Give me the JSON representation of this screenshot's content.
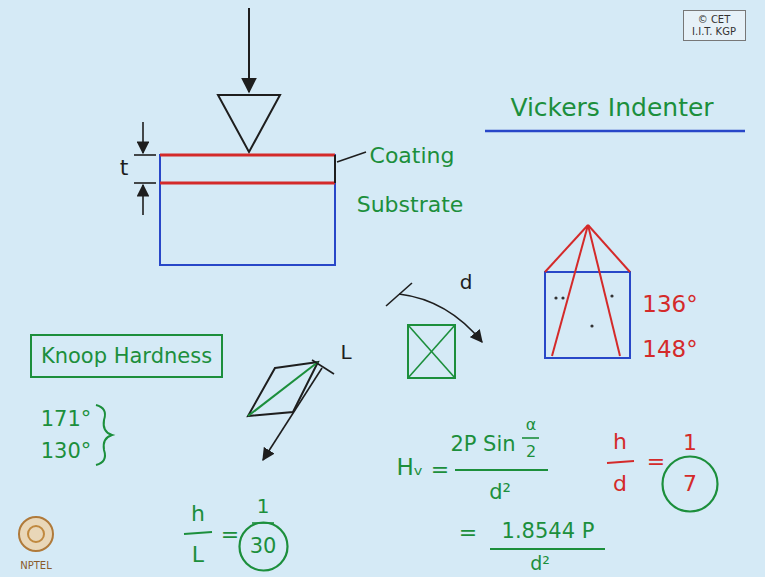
{
  "diagram": {
    "nodes": [
      {
        "text": [
          "© CET I.I.T. KGP"
        ]
      },
      {
        "text": [
          "Knoop Hardness"
        ]
      },
      {
        "text": [
          "7"
        ]
      },
      {
        "text": [
          "30"
        ]
      }
    ],
    "labels": [
      "t",
      "Coating",
      "Substrate",
      "Vickers Indenter",
      "d",
      "136°",
      "148°",
      "171°",
      "130°",
      "L",
      "h",
      "L",
      "=",
      "1",
      "Hᵥ",
      "=",
      "2P Sin",
      "α",
      "2",
      "d²",
      "h",
      "d",
      "=",
      "1",
      "=",
      "1.8544 P",
      "d²",
      "NPTEL"
    ]
  }
}
